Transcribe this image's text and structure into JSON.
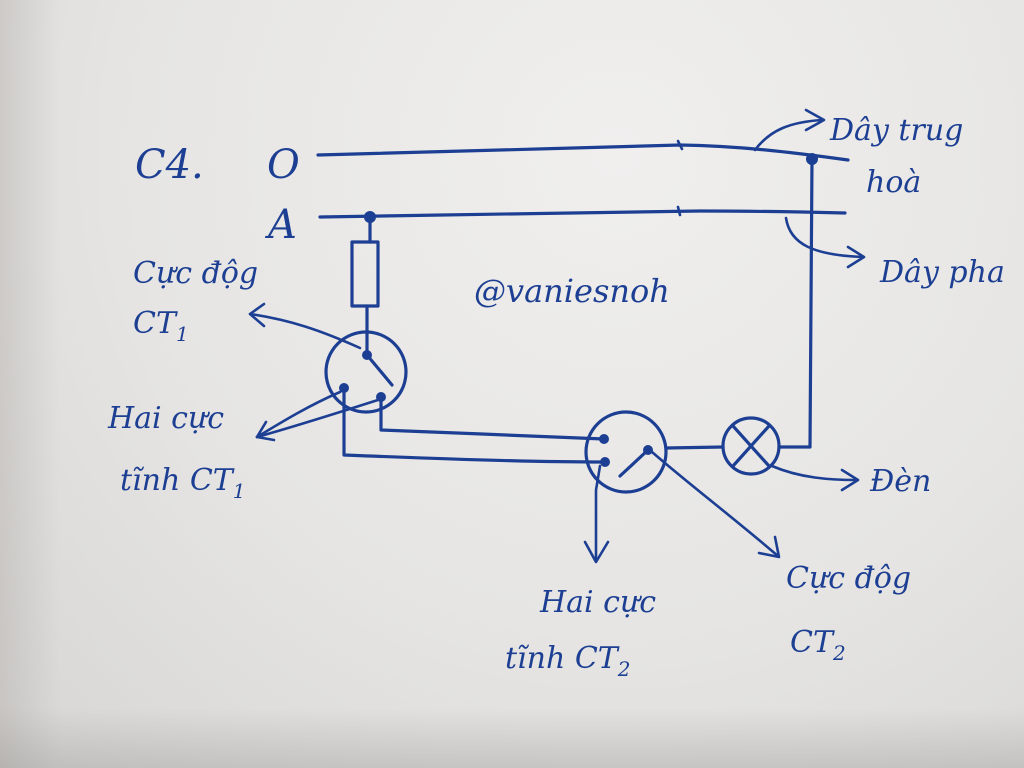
{
  "question_label": "C4.",
  "terminals": {
    "neutral": "O",
    "phase": "A"
  },
  "watermark": "@vaniesnoh",
  "labels": {
    "neutral_wire_line1": "Dây trug",
    "neutral_wire_line2": "hoà",
    "phase_wire": "Dây pha",
    "moving_pole_ct1_line1": "Cực độg",
    "moving_pole_ct1_line2": "CT",
    "moving_pole_ct1_sub": "1",
    "static_poles_ct1_line1": "Hai cực",
    "static_poles_ct1_line2": "tĩnh CT",
    "static_poles_ct1_sub": "1",
    "lamp": "Đèn",
    "static_poles_ct2_line1": "Hai cực",
    "static_poles_ct2_line2": "tĩnh CT",
    "static_poles_ct2_sub": "2",
    "moving_pole_ct2_line1": "Cực độg",
    "moving_pole_ct2_line2": "CT",
    "moving_pole_ct2_sub": "2"
  },
  "colors": {
    "ink": "#1d3f93",
    "paper": "#e7e6e4"
  }
}
